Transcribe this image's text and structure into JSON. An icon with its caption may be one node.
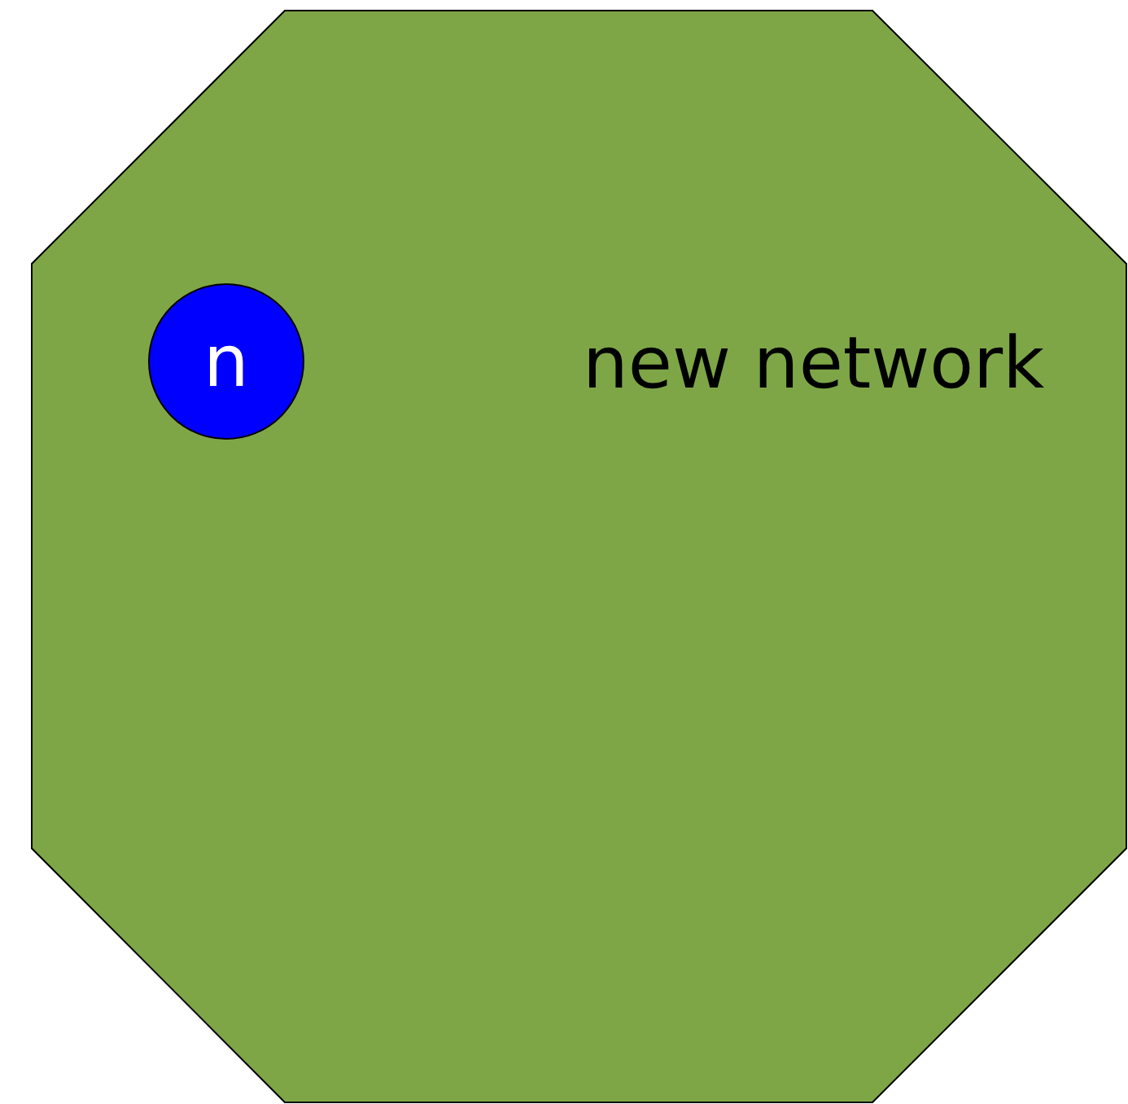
{
  "diagram": {
    "nodes": [
      {
        "text": [
          "new network"
        ]
      },
      {
        "text": [
          "n"
        ],
        "in": 0
      }
    ]
  }
}
